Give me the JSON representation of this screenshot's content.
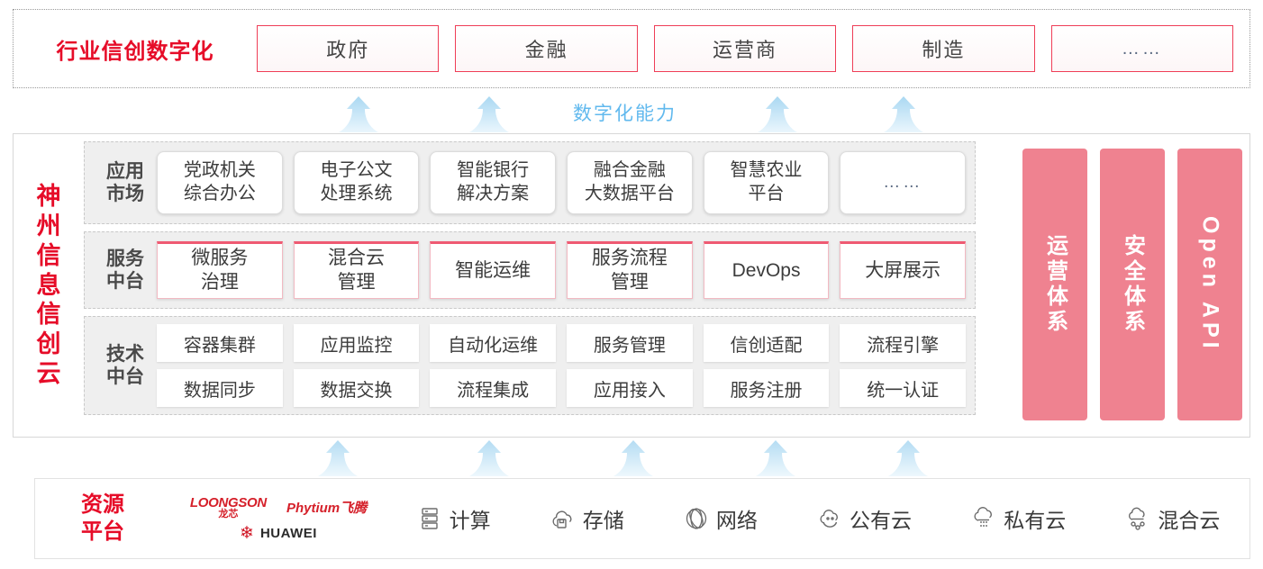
{
  "industry": {
    "title": "行业信创数字化",
    "boxes": [
      {
        "label": "政府"
      },
      {
        "label": "金融"
      },
      {
        "label": "运营商"
      },
      {
        "label": "制造"
      },
      {
        "label": "……"
      }
    ]
  },
  "capability": {
    "label": "数字化能力",
    "arrow_count_top": 4,
    "arrow_count_bottom": 5
  },
  "cloud": {
    "title": "神州信息信创云",
    "rows": [
      {
        "label": "应用市场",
        "items": [
          "党政机关\n综合办公",
          "电子公文\n处理系统",
          "智能银行\n解决方案",
          "融合金融\n大数据平台",
          "智慧农业\n平台",
          "……"
        ]
      },
      {
        "label": "服务中台",
        "items": [
          "微服务\n治理",
          "混合云\n管理",
          "智能运维",
          "服务流程\n管理",
          "DevOps",
          "大屏展示"
        ]
      },
      {
        "label": "技术中台",
        "rows": [
          [
            "容器集群",
            "应用监控",
            "自动化运维",
            "服务管理",
            "信创适配",
            "流程引擎"
          ],
          [
            "数据同步",
            "数据交换",
            "流程集成",
            "应用接入",
            "服务注册",
            "统一认证"
          ]
        ]
      }
    ],
    "side_bars": [
      {
        "label": "运营体系",
        "orientation": "upright"
      },
      {
        "label": "安全体系",
        "orientation": "upright"
      },
      {
        "label": "Open API",
        "orientation": "rotated"
      }
    ]
  },
  "resource": {
    "title": "资源平台",
    "logos": [
      {
        "name": "loongson",
        "en": "LOONGSON",
        "cn": "龙芯"
      },
      {
        "name": "phytium",
        "en": "Phytium飞腾"
      },
      {
        "name": "huawei",
        "en": "HUAWEI"
      }
    ],
    "items": [
      {
        "icon": "server-icon",
        "label": "计算"
      },
      {
        "icon": "storage-cloud-icon",
        "label": "存储"
      },
      {
        "icon": "network-icon",
        "label": "网络"
      },
      {
        "icon": "public-cloud-icon",
        "label": "公有云"
      },
      {
        "icon": "private-cloud-icon",
        "label": "私有云"
      },
      {
        "icon": "hybrid-cloud-icon",
        "label": "混合云"
      }
    ]
  },
  "colors": {
    "brand_red": "#e60c28",
    "accent_pink": "#ef5a72",
    "side_bar_pink": "#ef8290",
    "arrow_blue": "#bfe2f7",
    "capability_blue": "#61b9ee",
    "panel_gray": "#efefef"
  }
}
